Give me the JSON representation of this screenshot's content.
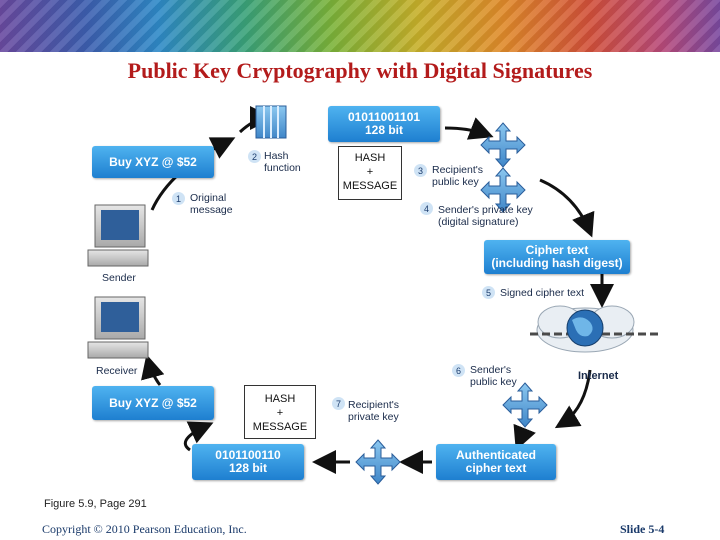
{
  "title": "Public Key Cryptography with Digital Signatures",
  "boxes": {
    "bits_top": "01011001101\n128 bit",
    "buy_top": "Buy XYZ @ $52",
    "cipher_text": "Cipher text\n(including hash digest)",
    "buy_bottom": "Buy XYZ @ $52",
    "bits_bottom": "0101100110\n128 bit",
    "authenticated": "Authenticated\ncipher text"
  },
  "steps": [
    {
      "num": "1",
      "label": "Original\nmessage"
    },
    {
      "num": "2",
      "label": "Hash\nfunction"
    },
    {
      "num": "3",
      "label": "Recipient's\npublic key"
    },
    {
      "num": "4",
      "label": "Sender's private key\n(digital signature)"
    },
    {
      "num": "5",
      "label": "Signed cipher text"
    },
    {
      "num": "6",
      "label": "Sender's\npublic key"
    },
    {
      "num": "7",
      "label": "Recipient's\nprivate key"
    }
  ],
  "overlays": {
    "top": "HASH\n+\nMESSAGE",
    "bottom": "HASH\n+\nMESSAGE"
  },
  "computers": {
    "sender": "Sender",
    "receiver": "Receiver"
  },
  "internet_label": "Internet",
  "figure_caption": "Figure 5.9, Page 291",
  "copyright": "Copyright © 2010 Pearson Education, Inc.",
  "slide_number": "Slide 5-4",
  "colors": {
    "title": "#b31b1b",
    "box_top": "#4fb3f0",
    "box_bottom": "#1e7fd0",
    "arrow": "#111111"
  }
}
